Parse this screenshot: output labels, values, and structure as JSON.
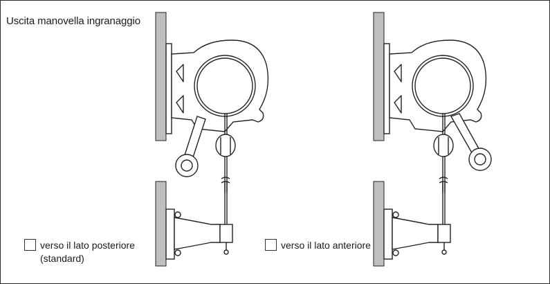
{
  "title": "Uscita manovella ingranaggio",
  "options": [
    {
      "label": "verso il lato posteriore",
      "sublabel": "(standard)",
      "checked": false
    },
    {
      "label": "verso il lato anteriore",
      "checked": false
    }
  ]
}
